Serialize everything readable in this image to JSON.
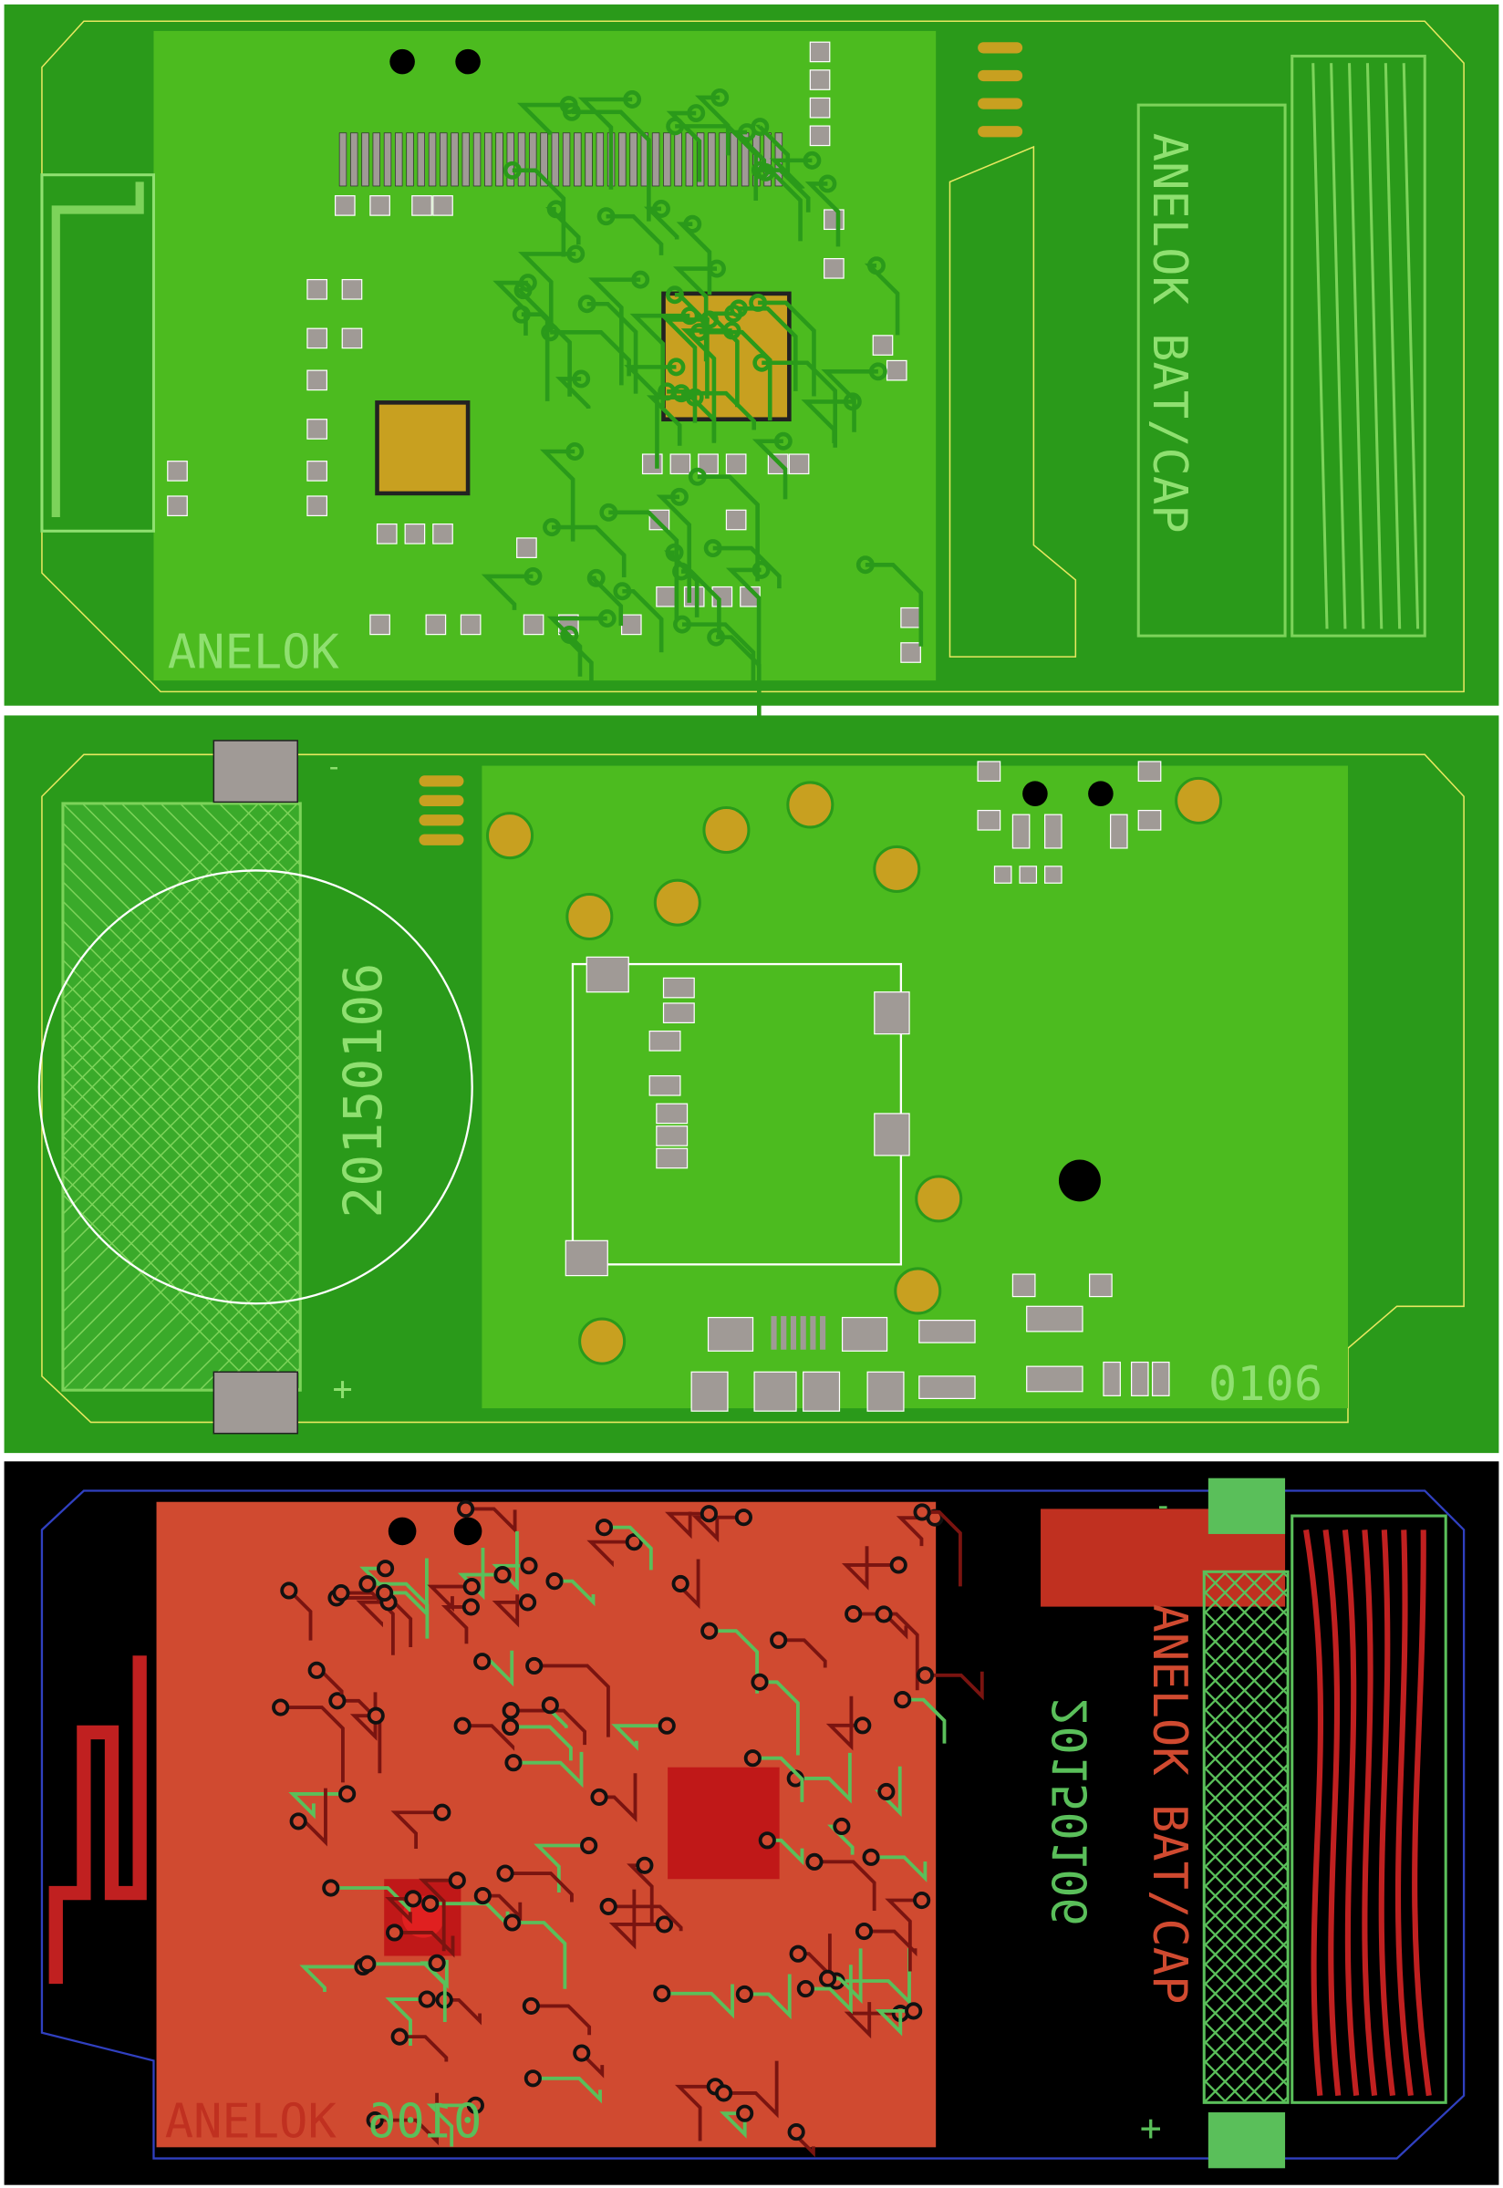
{
  "panels": [
    {
      "name": "top-copper",
      "labels": {
        "brand": "ANELOK",
        "bat_cap": "ANELOK BAT/CAP"
      }
    },
    {
      "name": "bottom-copper",
      "labels": {
        "date": "20150106",
        "rev": "0106",
        "minus": "-",
        "plus": "+"
      }
    },
    {
      "name": "combined-layers",
      "labels": {
        "brand": "ANELOK",
        "bat_cap": "ANELOK BAT/CAP",
        "date_mirror": "20150106",
        "rev_mirror": "0106",
        "minus": "-",
        "plus": "+"
      }
    }
  ],
  "colors": {
    "background_green": "#2a9a1a",
    "copper_fill": "#4cbb1f",
    "trace": "#7cd35a",
    "pad_gray": "#a09a96",
    "pad_gold": "#c8a020",
    "outline": "#e8e860",
    "top_red": "#d04a30",
    "bottom_green": "#5abf5a",
    "black": "#000000"
  }
}
